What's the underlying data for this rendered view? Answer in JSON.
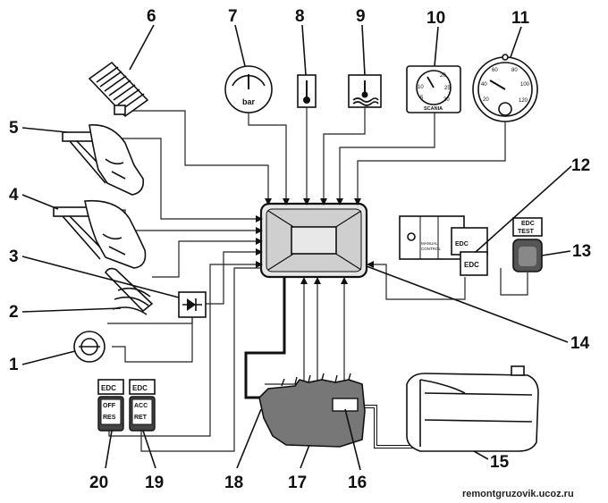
{
  "callouts": {
    "c1": "1",
    "c2": "2",
    "c3": "3",
    "c4": "4",
    "c5": "5",
    "c6": "6",
    "c7": "7",
    "c8": "8",
    "c9": "9",
    "c10": "10",
    "c11": "11",
    "c12": "12",
    "c13": "13",
    "c14": "14",
    "c15": "15",
    "c16": "16",
    "c17": "17",
    "c18": "18",
    "c19": "19",
    "c20": "20"
  },
  "gauge": {
    "unit": "bar"
  },
  "clock": {
    "brand": "SCANIA",
    "marks": [
      "10",
      "20",
      "25",
      "30",
      "5"
    ]
  },
  "tacho": {
    "marks": [
      "20",
      "40",
      "60",
      "80",
      "100",
      "120"
    ]
  },
  "edc_panel": {
    "label_edc": "EDC",
    "label_edc2": "EDC",
    "label_test": "TEST",
    "label_manual": "MANUAL",
    "label_control": "CONTROL"
  },
  "switch_left": {
    "header": "EDC",
    "top": "OFF",
    "bottom": "RES"
  },
  "switch_right": {
    "header": "EDC",
    "top": "ACC",
    "bottom": "RET"
  },
  "watermark": "remontgruzovik.ucoz.ru"
}
